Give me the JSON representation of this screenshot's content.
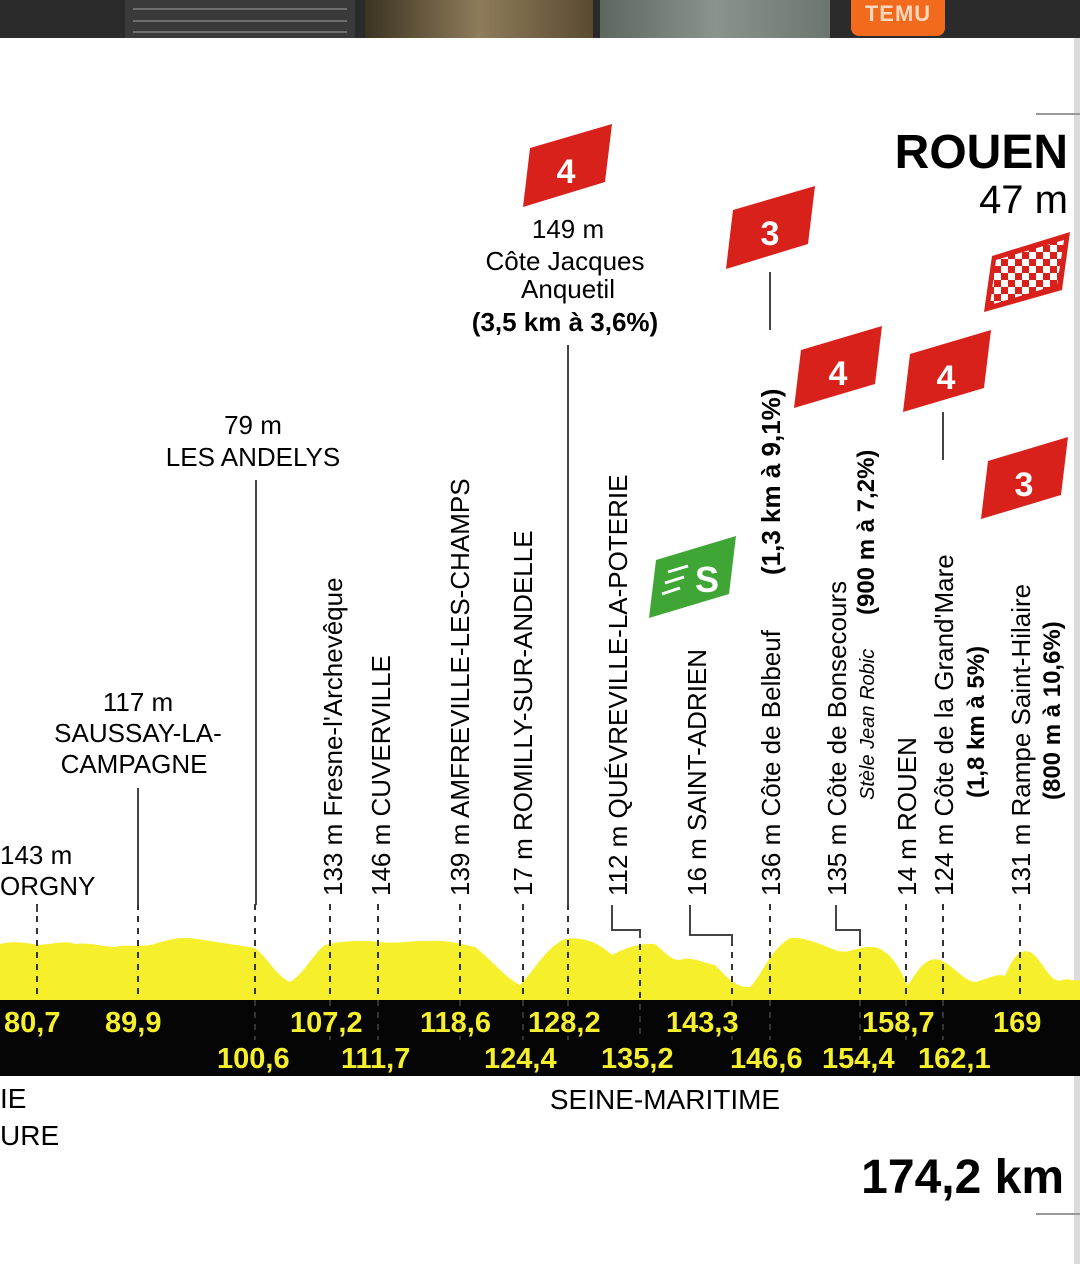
{
  "top_ad": {
    "brand": "TEMU"
  },
  "finish": {
    "city": "ROUEN",
    "alt": "47 m"
  },
  "total_distance": "174,2 km",
  "department": "SEINE-MARITIME",
  "left_edge": {
    "dept_line1": "IE",
    "dept_line2": "URE"
  },
  "climbs": [
    {
      "cat": "4",
      "alt": "149 m",
      "name1": "Côte Jacques",
      "name2": "Anquetil",
      "detail": "(3,5 km à 3,6%)"
    }
  ],
  "sprint": {
    "label": "S"
  },
  "places": [
    {
      "alt": "143 m",
      "name": "ORGNY"
    },
    {
      "alt": "117 m",
      "name1": "SAUSSAY-LA-",
      "name2": "CAMPAGNE"
    },
    {
      "alt": "79 m",
      "name": "LES ANDELYS"
    }
  ],
  "vertical_labels": [
    {
      "main": "133 m Fresne-l'Archevêque"
    },
    {
      "main": "146 m CUVERVILLE"
    },
    {
      "main": "139 m AMFREVILLE-LES-CHAMPS"
    },
    {
      "main": "17 m ROMILLY-SUR-ANDELLE"
    },
    {
      "main": "112 m QUÉVREVILLE-LA-POTERIE"
    },
    {
      "main": "16 m SAINT-ADRIEN"
    },
    {
      "main": "136 m Côte de Belbeuf",
      "detail": "(1,3 km à 9,1%)",
      "cat": "3"
    },
    {
      "main": "135 m Côte de Bonsecours",
      "sub": "Stèle Jean Robic",
      "detail": "(900 m à 7,2%)",
      "cat": "4"
    },
    {
      "main": "14 m ROUEN"
    },
    {
      "main": "124 m Côte de la Grand'Mare",
      "detail": "(1,8 km à 5%)",
      "cat": "4"
    },
    {
      "main": "131 m Rampe Saint-Hilaire",
      "detail": "(800 m à 10,6%)",
      "cat": "3"
    }
  ],
  "km_top": [
    "80,7",
    "89,9",
    "107,2",
    "118,6",
    "128,2",
    "143,3",
    "158,7",
    "169"
  ],
  "km_bottom": [
    "100,6",
    "111,7",
    "124,4",
    "135,2",
    "146,6",
    "154,4",
    "162,1"
  ],
  "colors": {
    "profile": "#f5ef2c",
    "band": "#050505",
    "km_text": "#f5ef2c",
    "climb_red": "#d9211c",
    "sprint_green": "#3fa535"
  }
}
